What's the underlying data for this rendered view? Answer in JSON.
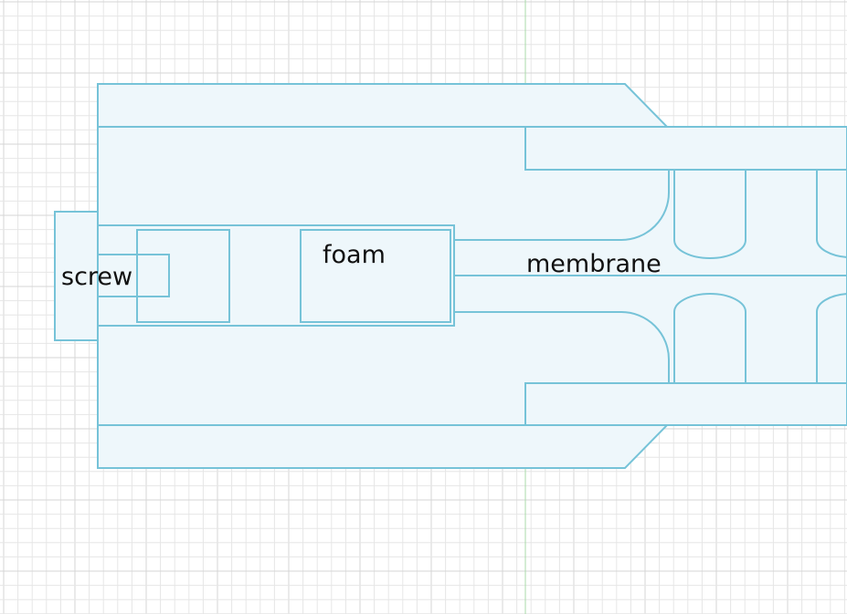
{
  "labels": {
    "screw": "screw",
    "foam": "foam",
    "membrane": "membrane"
  },
  "colors": {
    "background": "#ffffff",
    "grid_minor": "#e6e6e6",
    "grid_major": "#d6d6d6",
    "axis_line": "#a9dba9",
    "part_fill": "#eef7fb",
    "part_stroke": "#76c3d8",
    "label_text": "#111111"
  }
}
